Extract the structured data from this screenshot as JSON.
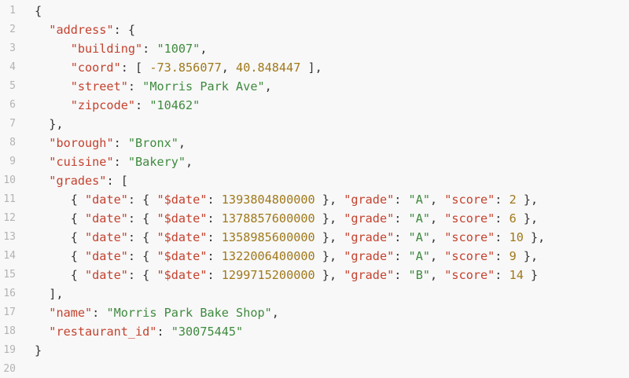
{
  "colors": {
    "background": "#f8f8f8",
    "line_number": "#b3b3b3",
    "key": "#c4422f",
    "string": "#3f8a3f",
    "number": "#a0791b",
    "punctuation": "#333333"
  },
  "lines": [
    {
      "n": "1",
      "tokens": [
        {
          "c": "p",
          "t": "{"
        }
      ]
    },
    {
      "n": "2",
      "tokens": [
        {
          "c": "p",
          "t": "  "
        },
        {
          "c": "k",
          "t": "\"address\""
        },
        {
          "c": "p",
          "t": ": {"
        }
      ]
    },
    {
      "n": "3",
      "tokens": [
        {
          "c": "p",
          "t": "     "
        },
        {
          "c": "k",
          "t": "\"building\""
        },
        {
          "c": "p",
          "t": ": "
        },
        {
          "c": "s",
          "t": "\"1007\""
        },
        {
          "c": "p",
          "t": ","
        }
      ]
    },
    {
      "n": "4",
      "tokens": [
        {
          "c": "p",
          "t": "     "
        },
        {
          "c": "k",
          "t": "\"coord\""
        },
        {
          "c": "p",
          "t": ": [ "
        },
        {
          "c": "n",
          "t": "-73.856077"
        },
        {
          "c": "p",
          "t": ", "
        },
        {
          "c": "n",
          "t": "40.848447"
        },
        {
          "c": "p",
          "t": " ],"
        }
      ]
    },
    {
      "n": "5",
      "tokens": [
        {
          "c": "p",
          "t": "     "
        },
        {
          "c": "k",
          "t": "\"street\""
        },
        {
          "c": "p",
          "t": ": "
        },
        {
          "c": "s",
          "t": "\"Morris Park Ave\""
        },
        {
          "c": "p",
          "t": ","
        }
      ]
    },
    {
      "n": "6",
      "tokens": [
        {
          "c": "p",
          "t": "     "
        },
        {
          "c": "k",
          "t": "\"zipcode\""
        },
        {
          "c": "p",
          "t": ": "
        },
        {
          "c": "s",
          "t": "\"10462\""
        }
      ]
    },
    {
      "n": "7",
      "tokens": [
        {
          "c": "p",
          "t": "  },"
        }
      ]
    },
    {
      "n": "8",
      "tokens": [
        {
          "c": "p",
          "t": "  "
        },
        {
          "c": "k",
          "t": "\"borough\""
        },
        {
          "c": "p",
          "t": ": "
        },
        {
          "c": "s",
          "t": "\"Bronx\""
        },
        {
          "c": "p",
          "t": ","
        }
      ]
    },
    {
      "n": "9",
      "tokens": [
        {
          "c": "p",
          "t": "  "
        },
        {
          "c": "k",
          "t": "\"cuisine\""
        },
        {
          "c": "p",
          "t": ": "
        },
        {
          "c": "s",
          "t": "\"Bakery\""
        },
        {
          "c": "p",
          "t": ","
        }
      ]
    },
    {
      "n": "10",
      "tokens": [
        {
          "c": "p",
          "t": "  "
        },
        {
          "c": "k",
          "t": "\"grades\""
        },
        {
          "c": "p",
          "t": ": ["
        }
      ]
    },
    {
      "n": "11",
      "tokens": [
        {
          "c": "p",
          "t": "     { "
        },
        {
          "c": "k",
          "t": "\"date\""
        },
        {
          "c": "p",
          "t": ": { "
        },
        {
          "c": "k",
          "t": "\"$date\""
        },
        {
          "c": "p",
          "t": ": "
        },
        {
          "c": "n",
          "t": "1393804800000"
        },
        {
          "c": "p",
          "t": " }, "
        },
        {
          "c": "k",
          "t": "\"grade\""
        },
        {
          "c": "p",
          "t": ": "
        },
        {
          "c": "s",
          "t": "\"A\""
        },
        {
          "c": "p",
          "t": ", "
        },
        {
          "c": "k",
          "t": "\"score\""
        },
        {
          "c": "p",
          "t": ": "
        },
        {
          "c": "n",
          "t": "2"
        },
        {
          "c": "p",
          "t": " },"
        }
      ]
    },
    {
      "n": "12",
      "tokens": [
        {
          "c": "p",
          "t": "     { "
        },
        {
          "c": "k",
          "t": "\"date\""
        },
        {
          "c": "p",
          "t": ": { "
        },
        {
          "c": "k",
          "t": "\"$date\""
        },
        {
          "c": "p",
          "t": ": "
        },
        {
          "c": "n",
          "t": "1378857600000"
        },
        {
          "c": "p",
          "t": " }, "
        },
        {
          "c": "k",
          "t": "\"grade\""
        },
        {
          "c": "p",
          "t": ": "
        },
        {
          "c": "s",
          "t": "\"A\""
        },
        {
          "c": "p",
          "t": ", "
        },
        {
          "c": "k",
          "t": "\"score\""
        },
        {
          "c": "p",
          "t": ": "
        },
        {
          "c": "n",
          "t": "6"
        },
        {
          "c": "p",
          "t": " },"
        }
      ]
    },
    {
      "n": "13",
      "tokens": [
        {
          "c": "p",
          "t": "     { "
        },
        {
          "c": "k",
          "t": "\"date\""
        },
        {
          "c": "p",
          "t": ": { "
        },
        {
          "c": "k",
          "t": "\"$date\""
        },
        {
          "c": "p",
          "t": ": "
        },
        {
          "c": "n",
          "t": "1358985600000"
        },
        {
          "c": "p",
          "t": " }, "
        },
        {
          "c": "k",
          "t": "\"grade\""
        },
        {
          "c": "p",
          "t": ": "
        },
        {
          "c": "s",
          "t": "\"A\""
        },
        {
          "c": "p",
          "t": ", "
        },
        {
          "c": "k",
          "t": "\"score\""
        },
        {
          "c": "p",
          "t": ": "
        },
        {
          "c": "n",
          "t": "10"
        },
        {
          "c": "p",
          "t": " },"
        }
      ]
    },
    {
      "n": "14",
      "tokens": [
        {
          "c": "p",
          "t": "     { "
        },
        {
          "c": "k",
          "t": "\"date\""
        },
        {
          "c": "p",
          "t": ": { "
        },
        {
          "c": "k",
          "t": "\"$date\""
        },
        {
          "c": "p",
          "t": ": "
        },
        {
          "c": "n",
          "t": "1322006400000"
        },
        {
          "c": "p",
          "t": " }, "
        },
        {
          "c": "k",
          "t": "\"grade\""
        },
        {
          "c": "p",
          "t": ": "
        },
        {
          "c": "s",
          "t": "\"A\""
        },
        {
          "c": "p",
          "t": ", "
        },
        {
          "c": "k",
          "t": "\"score\""
        },
        {
          "c": "p",
          "t": ": "
        },
        {
          "c": "n",
          "t": "9"
        },
        {
          "c": "p",
          "t": " },"
        }
      ]
    },
    {
      "n": "15",
      "tokens": [
        {
          "c": "p",
          "t": "     { "
        },
        {
          "c": "k",
          "t": "\"date\""
        },
        {
          "c": "p",
          "t": ": { "
        },
        {
          "c": "k",
          "t": "\"$date\""
        },
        {
          "c": "p",
          "t": ": "
        },
        {
          "c": "n",
          "t": "1299715200000"
        },
        {
          "c": "p",
          "t": " }, "
        },
        {
          "c": "k",
          "t": "\"grade\""
        },
        {
          "c": "p",
          "t": ": "
        },
        {
          "c": "s",
          "t": "\"B\""
        },
        {
          "c": "p",
          "t": ", "
        },
        {
          "c": "k",
          "t": "\"score\""
        },
        {
          "c": "p",
          "t": ": "
        },
        {
          "c": "n",
          "t": "14"
        },
        {
          "c": "p",
          "t": " }"
        }
      ]
    },
    {
      "n": "16",
      "tokens": [
        {
          "c": "p",
          "t": "  ],"
        }
      ]
    },
    {
      "n": "17",
      "tokens": [
        {
          "c": "p",
          "t": "  "
        },
        {
          "c": "k",
          "t": "\"name\""
        },
        {
          "c": "p",
          "t": ": "
        },
        {
          "c": "s",
          "t": "\"Morris Park Bake Shop\""
        },
        {
          "c": "p",
          "t": ","
        }
      ]
    },
    {
      "n": "18",
      "tokens": [
        {
          "c": "p",
          "t": "  "
        },
        {
          "c": "k",
          "t": "\"restaurant_id\""
        },
        {
          "c": "p",
          "t": ": "
        },
        {
          "c": "s",
          "t": "\"30075445\""
        }
      ]
    },
    {
      "n": "19",
      "tokens": [
        {
          "c": "p",
          "t": "}"
        }
      ]
    },
    {
      "n": "20",
      "tokens": []
    }
  ]
}
